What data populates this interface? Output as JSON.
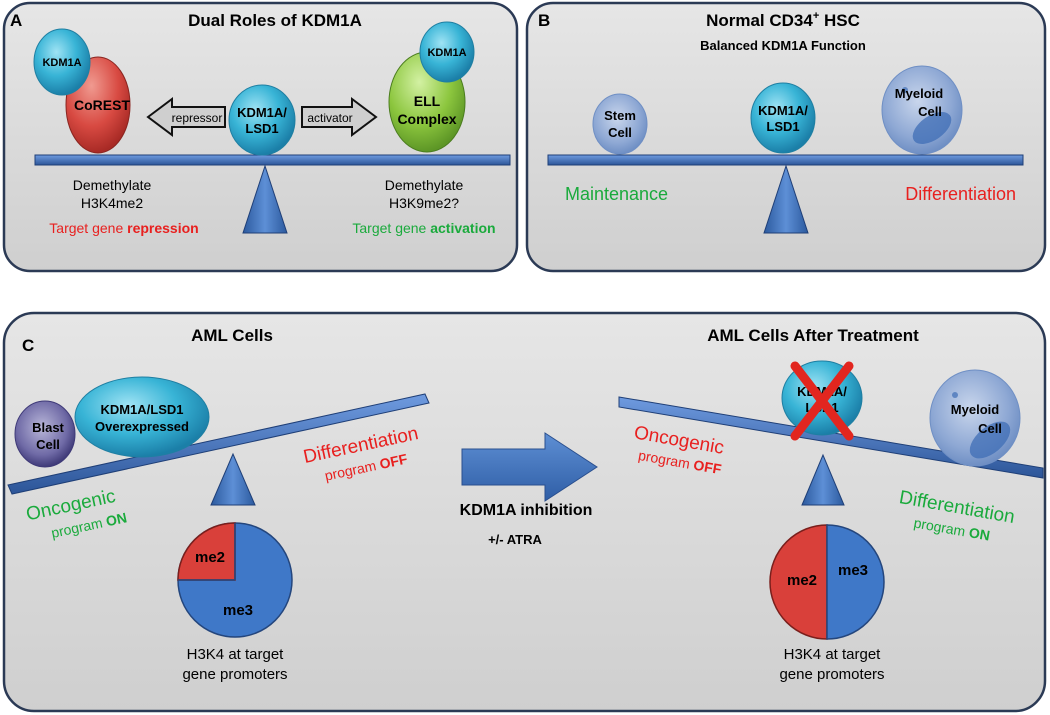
{
  "panel_a": {
    "letter": "A",
    "title": "Dual Roles of KDM1A",
    "center_l1": "KDM1A/",
    "center_l2": "LSD1",
    "left_arrow": "repressor",
    "right_arrow": "activator",
    "kdm1a_left": "KDM1A",
    "corest": "CoREST",
    "kdm1a_right": "KDM1A",
    "ell_l1": "ELL",
    "ell_l2": "Complex",
    "left_text_l1": "Demethylate",
    "left_text_l2": "H3K4me2",
    "left_outcome_prefix": "Target gene ",
    "left_outcome_bold": "repression",
    "right_text_l1": "Demethylate",
    "right_text_l2": "H3K9me2?",
    "right_outcome_prefix": "Target gene ",
    "right_outcome_bold": "activation"
  },
  "panel_b": {
    "letter": "B",
    "title_main": "Normal CD34",
    "title_sup": "+",
    "title_end": " HSC",
    "subtitle": "Balanced KDM1A Function",
    "stem_l1": "Stem",
    "stem_l2": "Cell",
    "center_l1": "KDM1A/",
    "center_l2": "LSD1",
    "myeloid_l1": "Myeloid",
    "myeloid_l2": "Cell",
    "left_label": "Maintenance",
    "right_label": "Differentiation"
  },
  "panel_c": {
    "letter": "C",
    "title_left": "AML Cells",
    "title_right": "AML Cells After Treatment",
    "blast_l1": "Blast",
    "blast_l2": "Cell",
    "overexp_l1": "KDM1A/LSD1",
    "overexp_l2": "Overexpressed",
    "onco_left": "Oncogenic",
    "onco_left_prog": "program ",
    "onco_left_state": "ON",
    "diff_left": "Differentiation",
    "diff_left_prog": "program ",
    "diff_left_state": "OFF",
    "inhibition": "KDM1A inhibition",
    "atra": "+/- ATRA",
    "kdm1a_x_l1": "KDM1A/",
    "kdm1a_x_l2": "LSD1",
    "myeloid_l1": "Myeloid",
    "myeloid_l2": "Cell",
    "onco_right": "Oncogenic",
    "onco_right_prog": "program ",
    "onco_right_state": "OFF",
    "diff_right": "Differentiation",
    "diff_right_prog": "program ",
    "diff_right_state": "ON",
    "pie_left_me2": "me2",
    "pie_left_me3": "me3",
    "pie_right_me2": "me2",
    "pie_right_me3": "me3",
    "h3k4_left_l1": "H3K4 at target",
    "h3k4_left_l2": "gene promoters",
    "h3k4_right_l1": "H3K4 at target",
    "h3k4_right_l2": "gene promoters"
  },
  "colors": {
    "panel_fill": "#dcdcdc",
    "beam": "#3d6fb5",
    "red_text": "#e8201f",
    "green_text": "#1aaa3c",
    "me2": "#d9403a",
    "me3": "#3f78c8",
    "corest": "#d84a42",
    "ell": "#8cc63e",
    "kdm1a": "#3fb8d8"
  }
}
